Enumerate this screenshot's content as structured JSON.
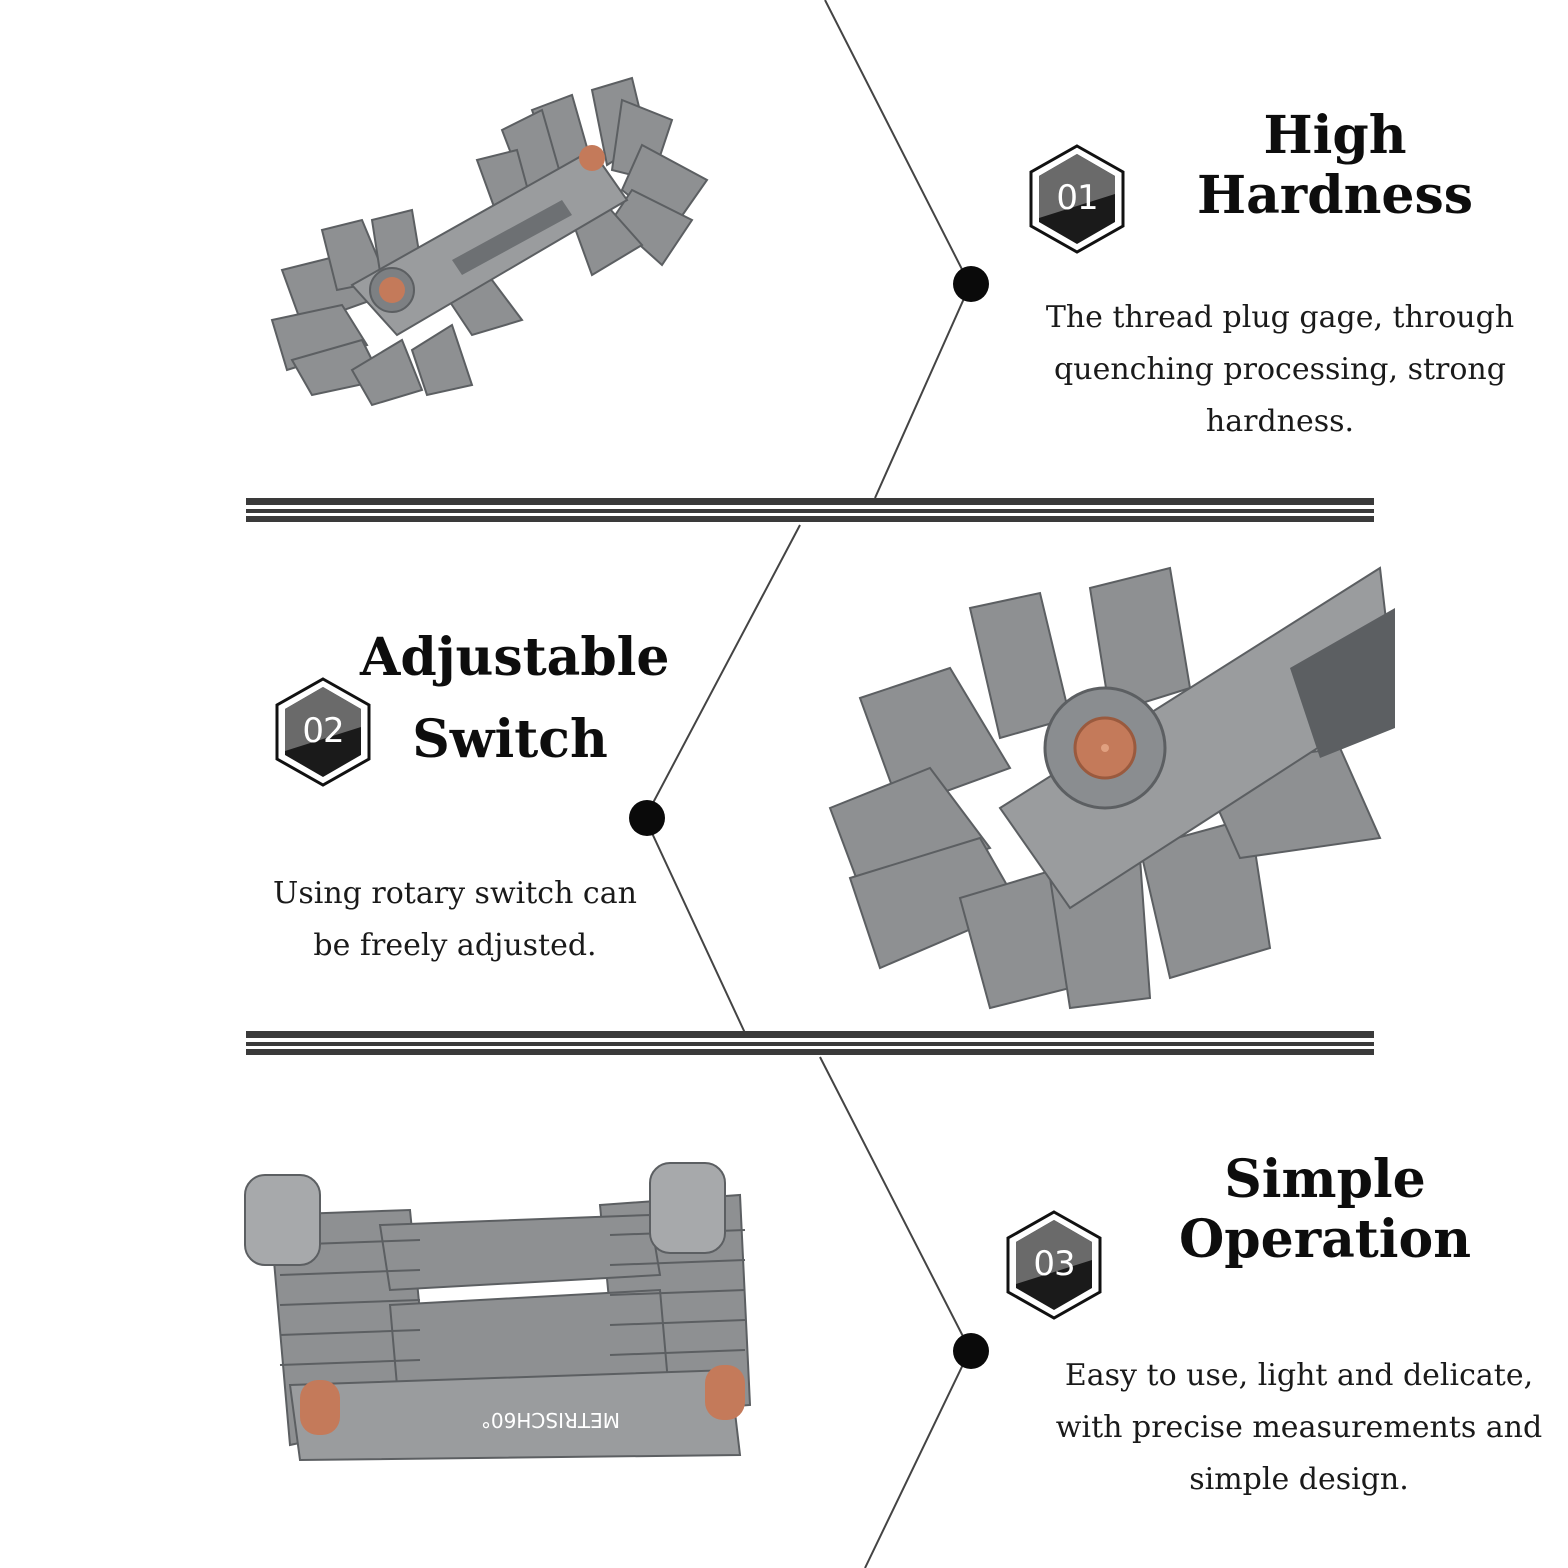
{
  "features": [
    {
      "number": "01",
      "title": "High Hardness",
      "description": "The thread plug gage, through quenching processing, strong hardness."
    },
    {
      "number": "02",
      "title_line1": "Adjustable",
      "title_line2": "Switch",
      "description": "Using rotary switch can be freely adjusted."
    },
    {
      "number": "03",
      "title": "Simple Operation",
      "description": "Easy to use, light and delicate, with precise measurements and simple design."
    }
  ],
  "product_marking": "METRISCH60°",
  "colors": {
    "accent_dark": "#0a0a0a",
    "steel": "#8e9092",
    "steel_dark": "#5c5f62",
    "copper": "#c47a5a"
  }
}
